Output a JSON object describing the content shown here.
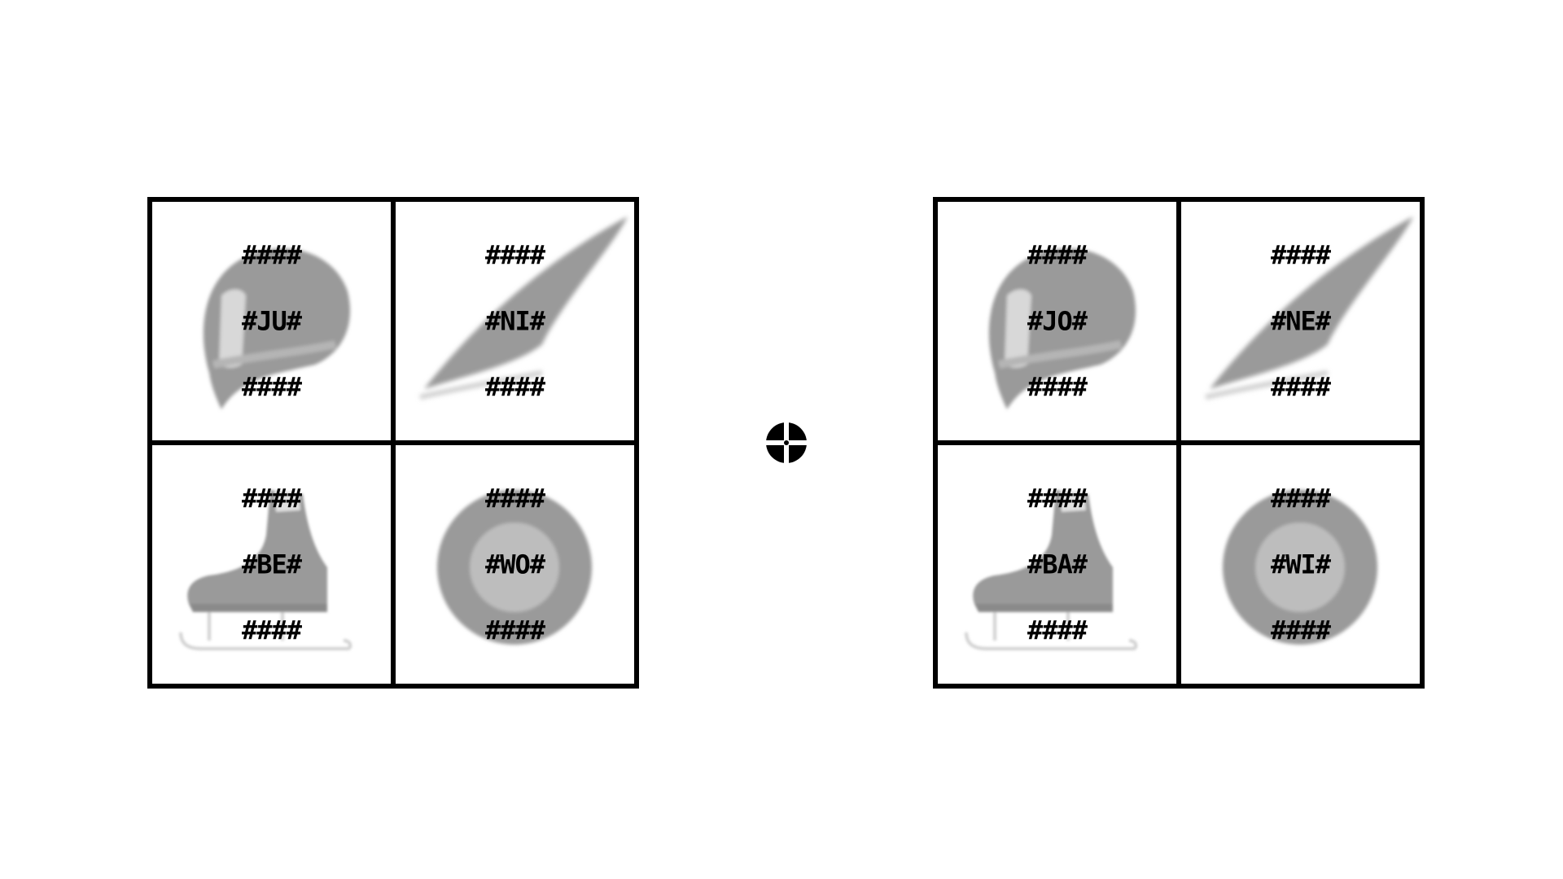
{
  "colors": {
    "background": "#ffffff",
    "frame": "#000000",
    "picture_gray": "#9a9a9a",
    "picture_light": "#bdbdbd"
  },
  "left_grid": {
    "cells": [
      {
        "picture": "helmet-icon",
        "mask_top": "####",
        "mask_mid": "#JU#",
        "mask_bottom": "####"
      },
      {
        "picture": "ski-icon",
        "mask_top": "####",
        "mask_mid": "#NI#",
        "mask_bottom": "####"
      },
      {
        "picture": "ice-skate-icon",
        "mask_top": "####",
        "mask_mid": "#BE#",
        "mask_bottom": "####"
      },
      {
        "picture": "hockey-puck-icon",
        "mask_top": "####",
        "mask_mid": "#WO#",
        "mask_bottom": "####"
      }
    ]
  },
  "right_grid": {
    "cells": [
      {
        "picture": "helmet-icon",
        "mask_top": "####",
        "mask_mid": "#JO#",
        "mask_bottom": "####"
      },
      {
        "picture": "ski-icon",
        "mask_top": "####",
        "mask_mid": "#NE#",
        "mask_bottom": "####"
      },
      {
        "picture": "ice-skate-icon",
        "mask_top": "####",
        "mask_mid": "#BA#",
        "mask_bottom": "####"
      },
      {
        "picture": "hockey-puck-icon",
        "mask_top": "####",
        "mask_mid": "#WI#",
        "mask_bottom": "####"
      }
    ]
  },
  "fixation": {
    "icon": "fixation-cross-icon"
  }
}
